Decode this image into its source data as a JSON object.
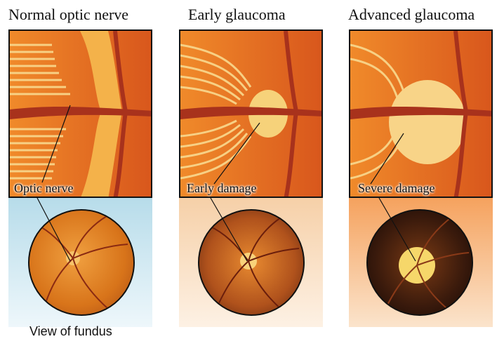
{
  "panels": [
    {
      "title": "Normal optic nerve",
      "label": "Optic nerve",
      "stage": "normal"
    },
    {
      "title": "Early glaucoma",
      "label": "Early damage",
      "stage": "early"
    },
    {
      "title": "Advanced glaucoma",
      "label": "Severe damage",
      "stage": "advanced"
    }
  ],
  "caption": "View of fundus",
  "colors": {
    "tissue": "#e8761c",
    "tissue_dark": "#c4501a",
    "fibers": "#f6c56a",
    "vessel": "#a8321c",
    "normal_bg": "#b7dcea",
    "early_bg": "#f6d0a8",
    "advanced_bg": "#f5a25e",
    "fundus_normal": "#d8741a",
    "fundus_early": "#b0521c",
    "fundus_advanced": "#3a1a0c",
    "disc_advanced": "#f6d76a"
  }
}
